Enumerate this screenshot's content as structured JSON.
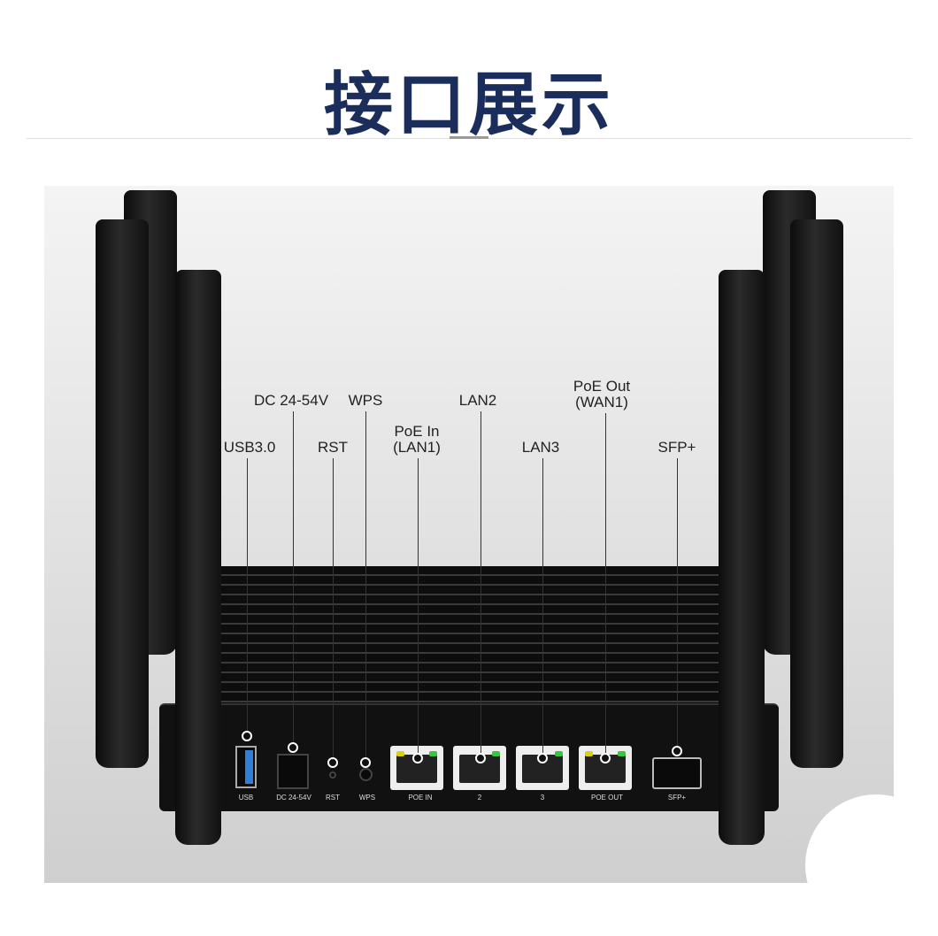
{
  "title": "接口展示",
  "callouts": {
    "usb": "USB3.0",
    "dc": "DC 24-54V",
    "rst": "RST",
    "wps": "WPS",
    "poe_in": "PoE In",
    "poe_in_sub": "(LAN1)",
    "lan2": "LAN2",
    "lan3": "LAN3",
    "poe_out": "PoE Out",
    "poe_out_sub": "(WAN1)",
    "sfp": "SFP+"
  },
  "port_labels": {
    "usb": "USB",
    "dc": "DC 24-54V",
    "rst": "RST",
    "wps": "WPS",
    "poe_in": "POE IN",
    "lan2": "2",
    "lan3": "3",
    "poe_out": "POE OUT",
    "sfp": "SFP+"
  },
  "colors": {
    "title": "#1b2d5b",
    "led_yellow": "#d8d01a",
    "led_green": "#3cc43c",
    "usb_blue": "#2f7fd6"
  }
}
